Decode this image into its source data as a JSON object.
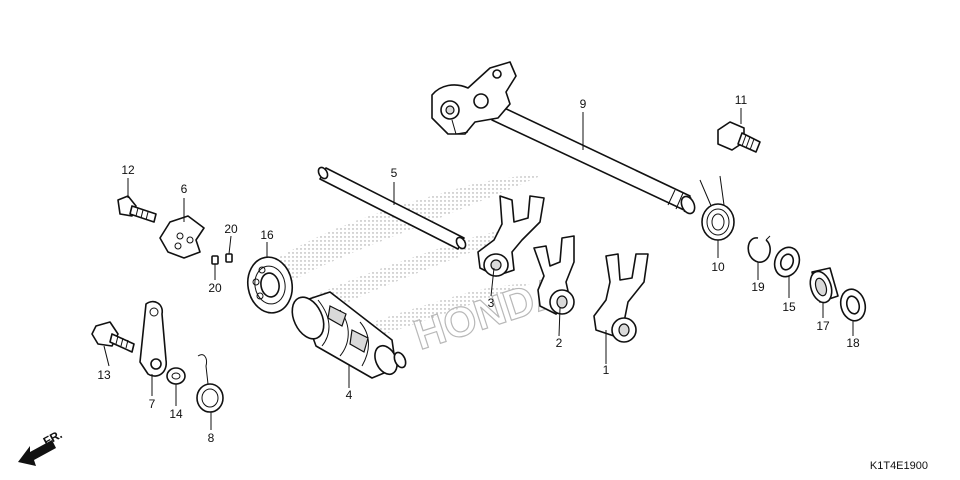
{
  "diagram_code": "K1T4E1900",
  "direction_label": "FR.",
  "watermark_text": "HONDA",
  "parts": [
    {
      "id": "p1",
      "label": "1"
    },
    {
      "id": "p2",
      "label": "2"
    },
    {
      "id": "p3",
      "label": "3"
    },
    {
      "id": "p4",
      "label": "4"
    },
    {
      "id": "p5",
      "label": "5"
    },
    {
      "id": "p6",
      "label": "6"
    },
    {
      "id": "p7",
      "label": "7"
    },
    {
      "id": "p8",
      "label": "8"
    },
    {
      "id": "p9",
      "label": "9"
    },
    {
      "id": "p10",
      "label": "10"
    },
    {
      "id": "p11",
      "label": "11"
    },
    {
      "id": "p12",
      "label": "12"
    },
    {
      "id": "p13",
      "label": "13"
    },
    {
      "id": "p14",
      "label": "14"
    },
    {
      "id": "p15",
      "label": "15"
    },
    {
      "id": "p16",
      "label": "16"
    },
    {
      "id": "p17",
      "label": "17"
    },
    {
      "id": "p18",
      "label": "18"
    },
    {
      "id": "p19",
      "label": "19"
    },
    {
      "id": "p20a",
      "label": "20"
    },
    {
      "id": "p20b",
      "label": "20"
    }
  ]
}
